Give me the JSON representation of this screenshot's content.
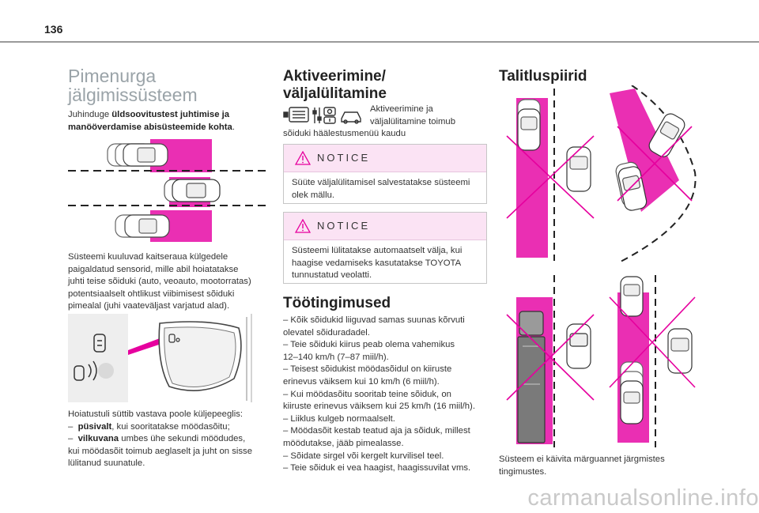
{
  "page_number": "136",
  "col1": {
    "title_line1": "Pimenurga",
    "title_line2": "jälgimissüsteem",
    "intro_pre": "Juhinduge ",
    "intro_bold1": "üldsoovitustest juhtimise ja",
    "intro_bold2": "manööverdamise abisüsteemide kohta",
    "intro_post": ".",
    "sensors_lines": [
      "Süsteemi kuuluvad kaitseraua külgedele",
      "paigaldatud sensorid, mille abil hoiatatakse",
      "juhti teise sõiduki (auto, veoauto, mootorratas)",
      "potentsiaalselt ohtlikust viibimisest sõiduki",
      "pimealal (juhi vaateväljast varjatud alad)."
    ],
    "warning_intro": "Hoiatustuli süttib vastava poole küljepeeglis:",
    "dash": "–",
    "warn1_bold": "püsivalt",
    "warn1_rest": ", kui sooritatakse möödasõitu;",
    "warn2_bold": "vilkuvana",
    "warn2_rest": " umbes ühe sekundi möödudes,",
    "warn2_line2": "kui möödasõit toimub aeglaselt ja juht on sisse",
    "warn2_line3": "lülitanud suunatule."
  },
  "col2": {
    "title_line1": "Aktiveerimine/",
    "title_line2": "väljalülitamine",
    "activation_line1": "Aktiveerimine ja",
    "activation_line2": "väljalülitamine toimub",
    "activation_line3": "sõiduki häälestusmenüü kaudu",
    "notice1_title": "NOTICE",
    "notice1_lines": [
      "Süüte väljalülitamisel salvestatakse süsteemi",
      "olek mällu."
    ],
    "notice2_title": "NOTICE",
    "notice2_lines": [
      "Süsteemi lülitatakse automaatselt välja, kui",
      "haagise vedamiseks kasutatakse TOYOTA",
      "tunnustatud veolatti."
    ],
    "conditions_title": "Töötingimused",
    "conditions_lines": [
      "–  Kõik sõidukid liiguvad samas suunas kõrvuti",
      "olevatel sõiduradadel.",
      "–  Teie sõiduki kiirus peab olema vahemikus",
      "12–140 km/h (7–87 miil/h).",
      "–  Teisest sõidukist möödasõidul on kiiruste",
      "erinevus väiksem kui 10 km/h (6 miil/h).",
      "–  Kui möödasõitu sooritab teine sõiduk, on",
      "kiiruste erinevus väiksem kui 25 km/h (16 miil/h).",
      "–  Liiklus kulgeb normaalselt.",
      "–  Möödasõit kestab teatud aja ja sõiduk, millest",
      "möödutakse, jääb pimealasse.",
      "–  Sõidate sirgel või kergelt kurvilisel teel.",
      "–  Teie sõiduk ei vea haagist, haagissuvilat vms."
    ]
  },
  "col3": {
    "title": "Talitluspiirid",
    "caption_line1": "Süsteem ei käivita märguannet järgmistes",
    "caption_line2": "tingimustes."
  },
  "watermark": "carmanualsonline.info",
  "colors": {
    "accent": "#e6009e",
    "magenta_light": "#f06cc8",
    "notice_bg": "#fbe3f4",
    "title_grey": "#9aa3a8"
  }
}
